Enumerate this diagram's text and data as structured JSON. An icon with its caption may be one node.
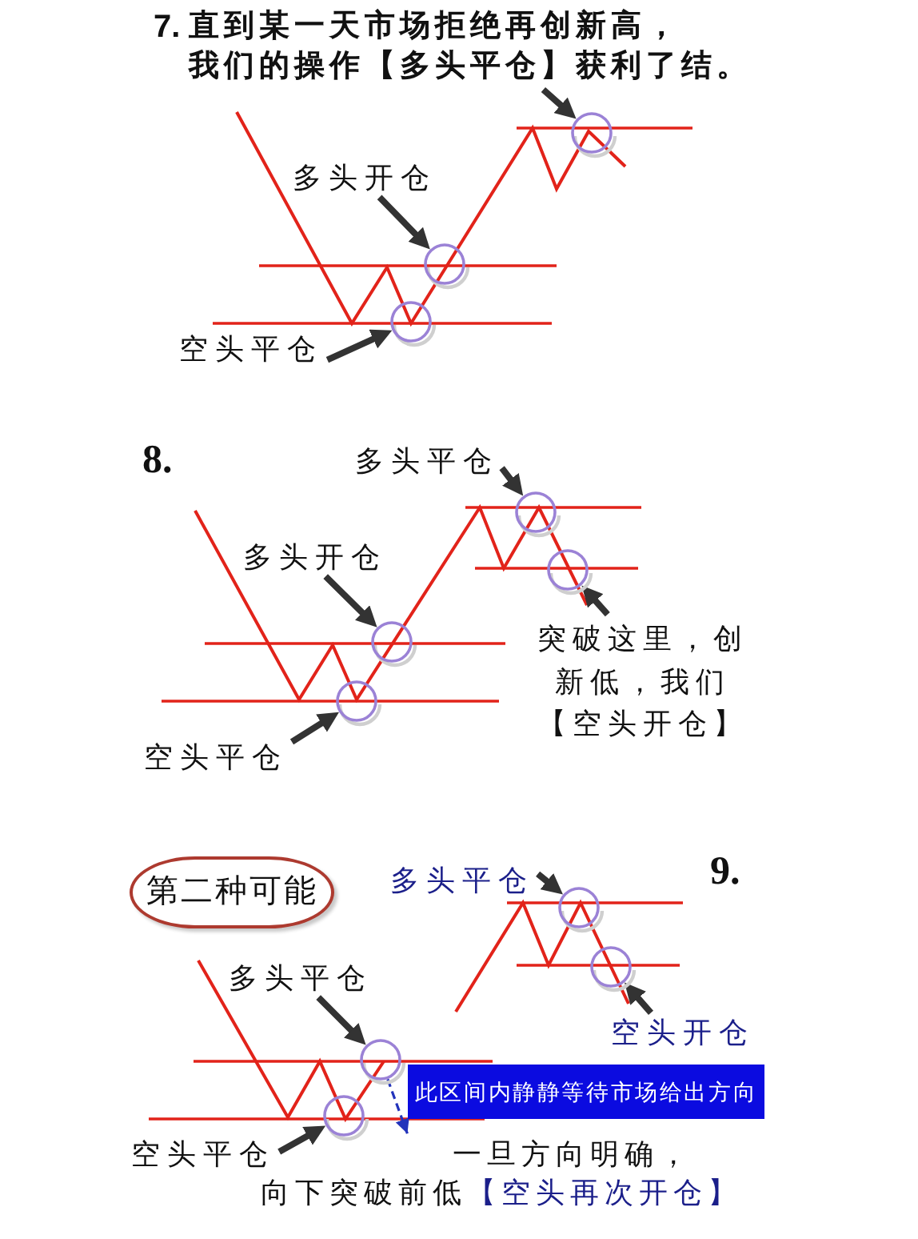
{
  "diagram": {
    "nodes": [
      {
        "text": [
          "直到某一天市场拒绝再创新高，我们的操作【多头平仓】获利了结。"
        ]
      },
      {
        "text": [],
        "shape": "circle"
      },
      {
        "text": [
          "多头开仓"
        ]
      },
      {
        "text": [],
        "shape": "circle"
      },
      {
        "text": [
          "空头平仓"
        ]
      },
      {
        "text": [],
        "shape": "circle"
      },
      {
        "text": [
          "多头平仓"
        ]
      },
      {
        "text": [],
        "shape": "circle"
      },
      {
        "text": [
          "多头开仓"
        ]
      },
      {
        "text": [],
        "shape": "circle"
      },
      {
        "text": [
          "空头平仓"
        ]
      },
      {
        "text": [],
        "shape": "circle"
      },
      {
        "text": [
          "突破这里，创新低，我们【空头开仓】"
        ]
      },
      {
        "text": [],
        "shape": "circle"
      },
      {
        "text": [
          "第二种可能"
        ]
      },
      {
        "text": [
          "多头平仓"
        ]
      },
      {
        "text": [],
        "shape": "circle"
      },
      {
        "text": [
          "空头开仓"
        ]
      },
      {
        "text": [],
        "shape": "circle"
      },
      {
        "text": [
          "多头平仓"
        ]
      },
      {
        "text": [],
        "shape": "circle"
      },
      {
        "text": [
          "空头平仓"
        ]
      },
      {
        "text": [],
        "shape": "circle"
      },
      {
        "text": [
          "此区间内静静等待市场给出方向"
        ]
      },
      {
        "text": [
          "一旦方向明确，向下突破前低",
          "【空头再次开仓】"
        ]
      }
    ],
    "edges": [
      {
        "from": 0,
        "to": 1,
        "arrow": "to"
      },
      {
        "from": 2,
        "to": 3,
        "arrow": "to"
      },
      {
        "from": 4,
        "to": 5,
        "arrow": "to"
      },
      {
        "from": 6,
        "to": 7,
        "arrow": "to"
      },
      {
        "from": 8,
        "to": 9,
        "arrow": "to"
      },
      {
        "from": 10,
        "to": 11,
        "arrow": "to"
      },
      {
        "from": 12,
        "to": 13,
        "arrow": "to"
      },
      {
        "from": 15,
        "to": 16,
        "arrow": "to"
      },
      {
        "from": 17,
        "to": 18,
        "arrow": "to"
      },
      {
        "from": 19,
        "to": 20,
        "arrow": "to"
      },
      {
        "from": 21,
        "to": 22,
        "arrow": "to"
      },
      {
        "from": 20,
        "to": 24,
        "arrow": "to",
        "style": "dashed",
        "color": "#2233bb"
      }
    ],
    "labels": [
      "7.",
      "8.",
      "9."
    ]
  }
}
